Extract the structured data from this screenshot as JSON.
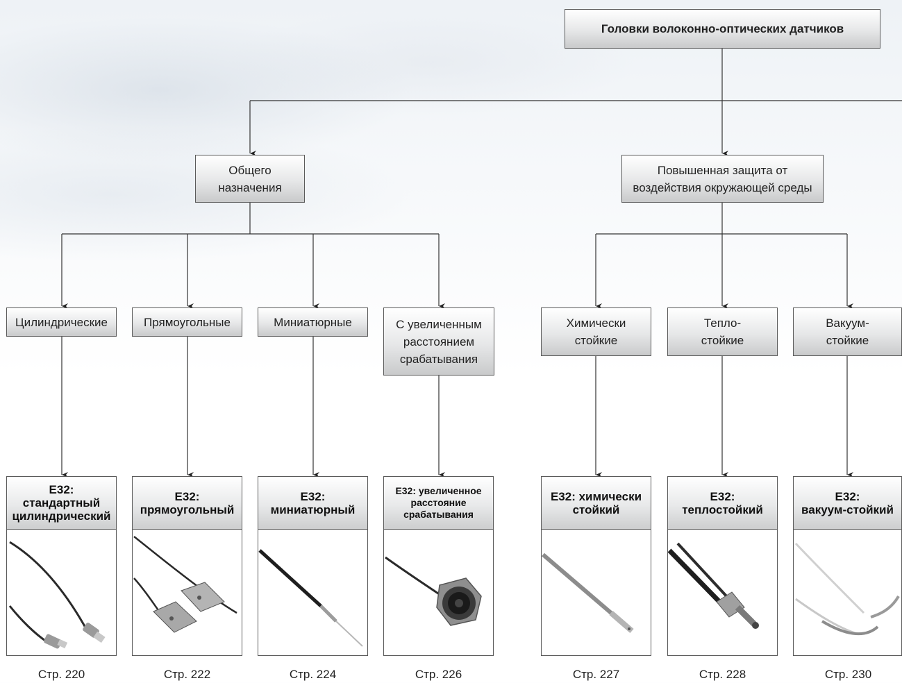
{
  "root": {
    "label": "Головки волоконно-оптических датчиков"
  },
  "groups": [
    {
      "label": "Общего\nназначения"
    },
    {
      "label": "Повышенная защита от\nвоздействия окружающей среды"
    }
  ],
  "categories": [
    {
      "label": "Цилиндрические"
    },
    {
      "label": "Прямоугольные"
    },
    {
      "label": "Миниатюрные"
    },
    {
      "label": "С увеличенным\nрасстоянием\nсрабатывания"
    },
    {
      "label": "Химически\nстойкие"
    },
    {
      "label": "Тепло-\nстойкие"
    },
    {
      "label": "Вакуум-\nстойкие"
    }
  ],
  "products": [
    {
      "title": "E32:\nстандартный\nцилиндрический",
      "page": "Стр. 220",
      "image": "cylindrical-fiber-heads"
    },
    {
      "title": "E32:\nпрямоугольный",
      "page": "Стр. 222",
      "image": "rectangular-fiber-heads"
    },
    {
      "title": "E32:\nминиатюрный",
      "page": "Стр. 224",
      "image": "miniature-fiber-probe"
    },
    {
      "title": "E32: увеличенное\nрасстояние\nсрабатывания",
      "page": "Стр. 226",
      "image": "long-distance-fiber-head"
    },
    {
      "title": "E32: химически\nстойкий",
      "page": "Стр. 227",
      "image": "chemical-resistant-probe"
    },
    {
      "title": "E32:\nтеплостойкий",
      "page": "Стр. 228",
      "image": "heat-resistant-fiber-head"
    },
    {
      "title": "E32:\nвакуум-стойкий",
      "page": "Стр. 230",
      "image": "vacuum-resistant-fiber"
    }
  ]
}
